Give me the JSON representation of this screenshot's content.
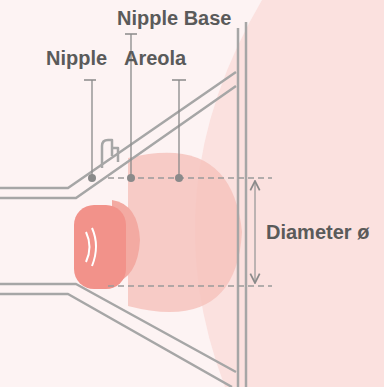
{
  "diagram": {
    "labels": [
      "Nipple Base",
      "Nipple",
      "Areola",
      "Diameter ø"
    ]
  }
}
